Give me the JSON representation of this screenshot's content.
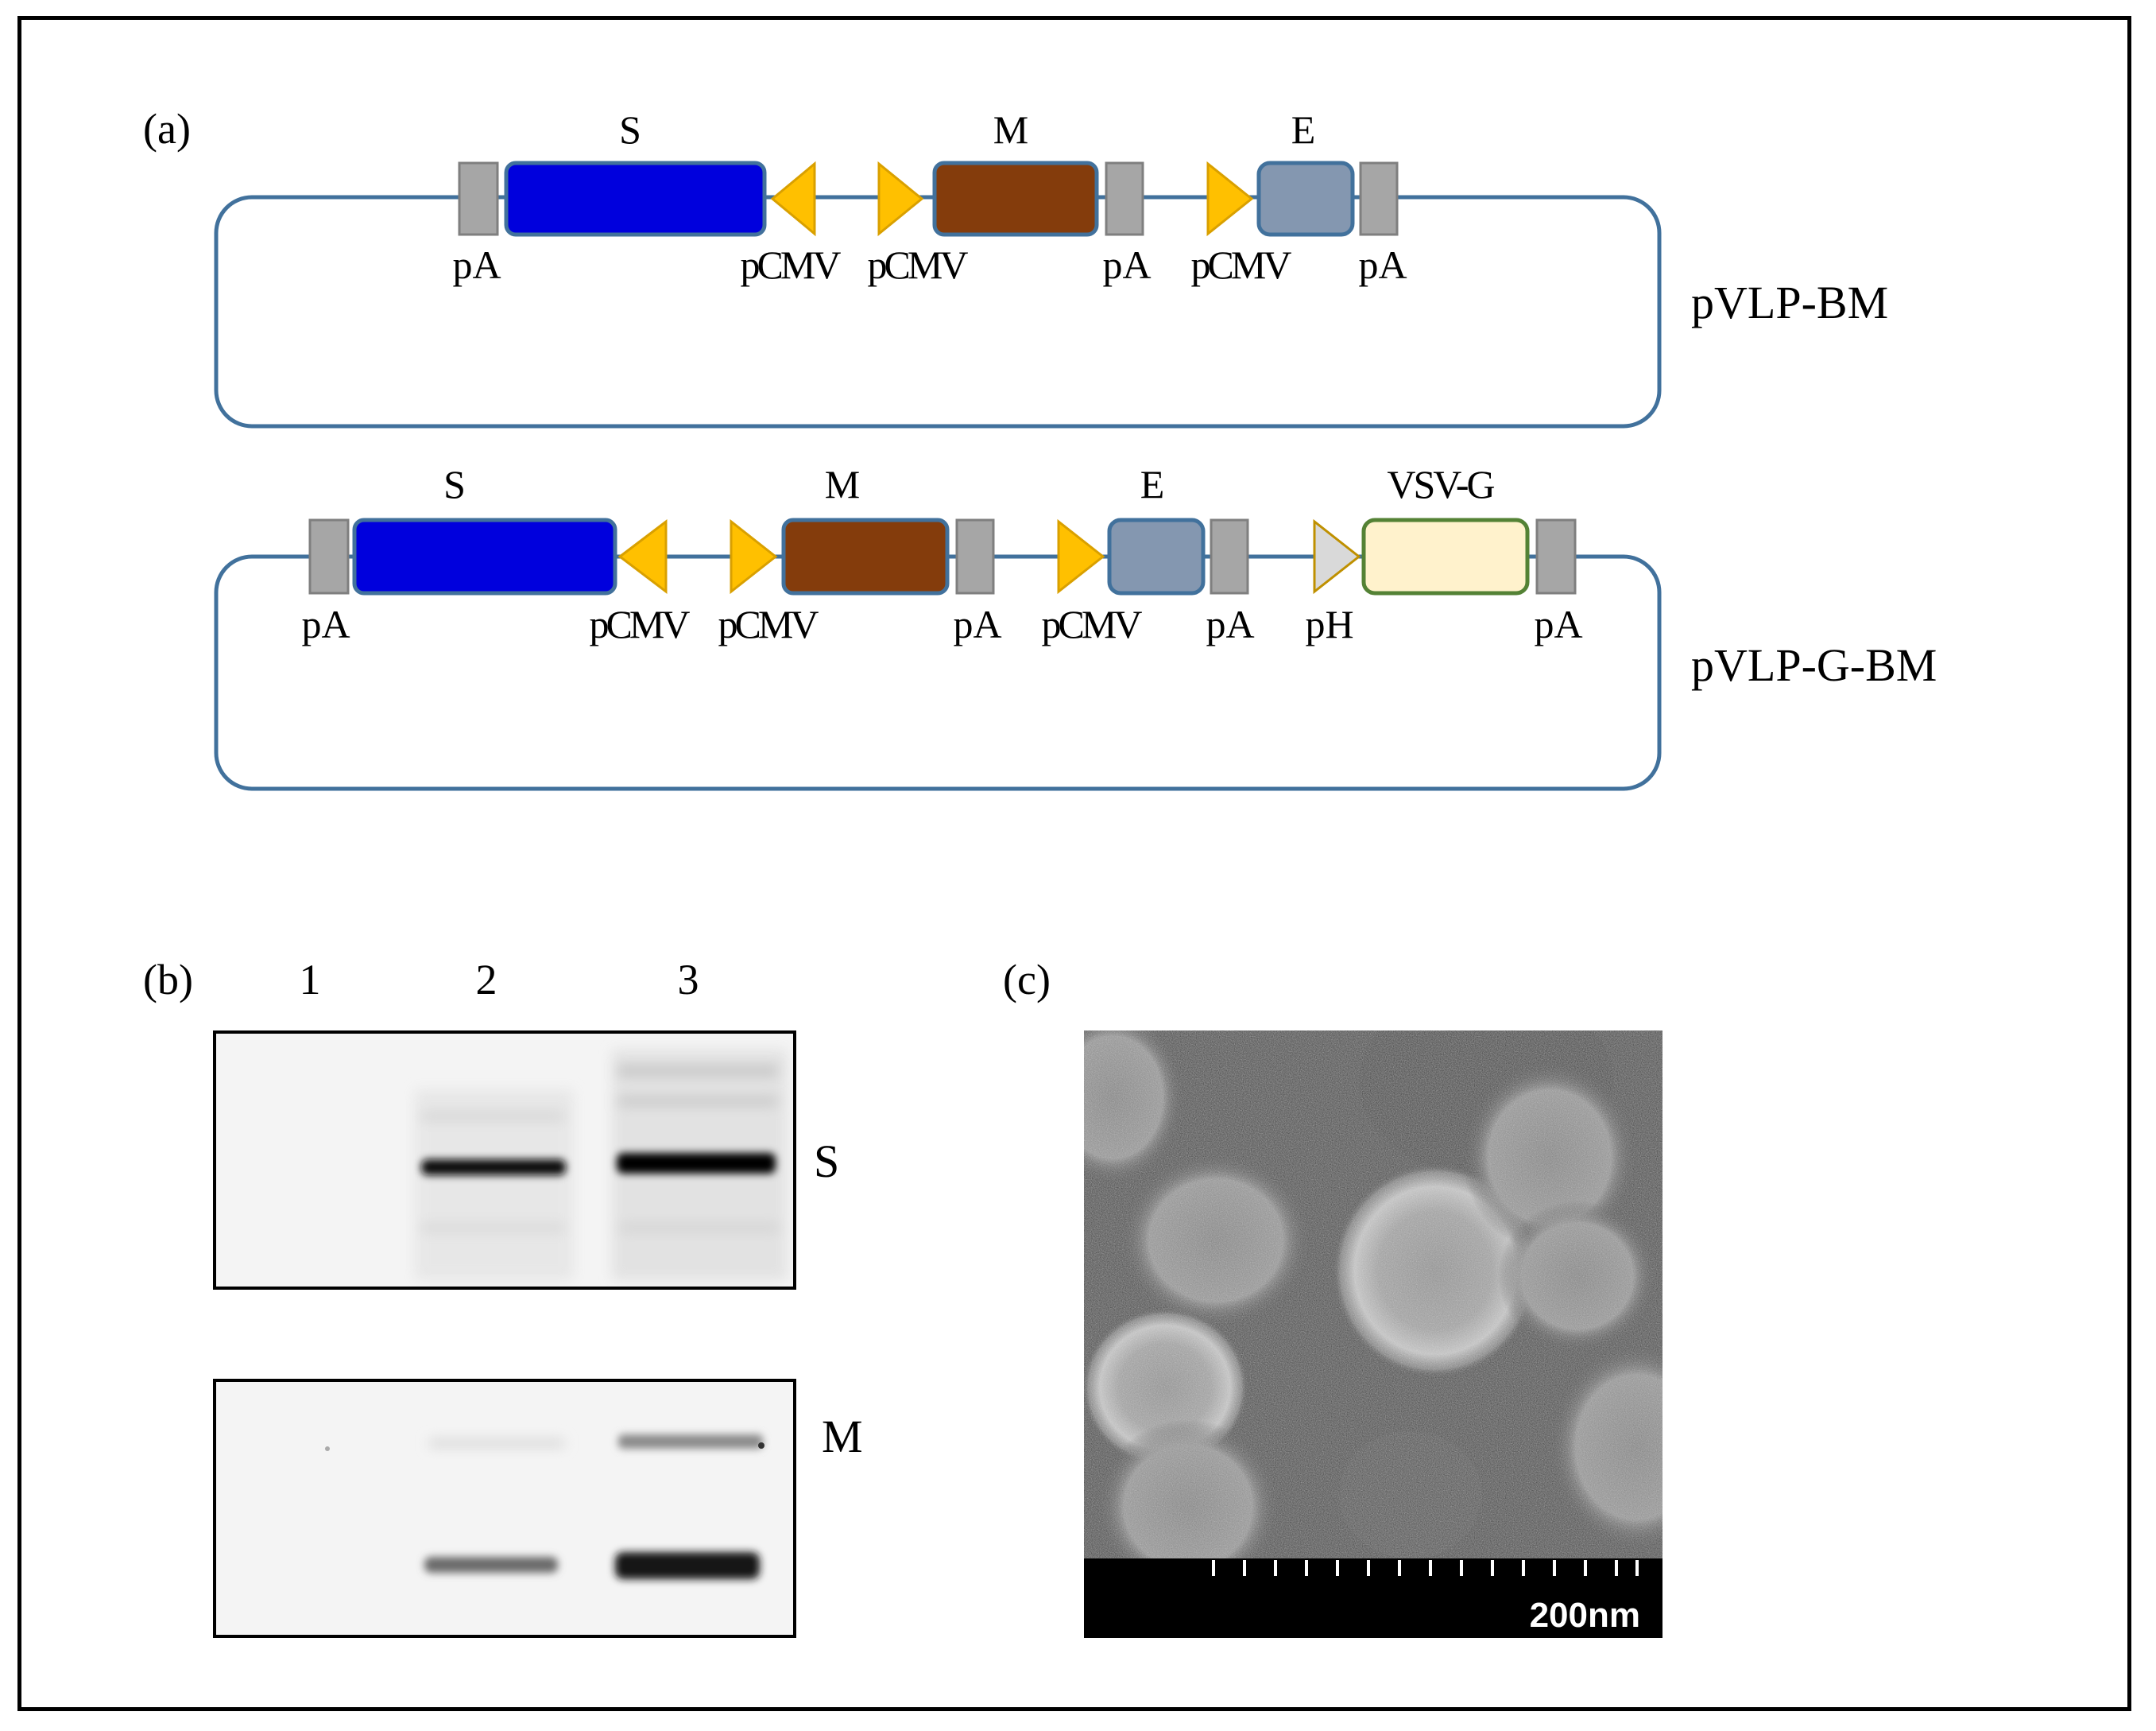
{
  "panels": {
    "a": {
      "label": "(a)",
      "constructs": [
        {
          "name": "pVLP-BM",
          "gene_labels": [
            "S",
            "M",
            "E"
          ],
          "element_labels": [
            "pA",
            "pCMV",
            "pCMV",
            "pA",
            "pCMV",
            "pA"
          ]
        },
        {
          "name": "pVLP-G-BM",
          "gene_labels": [
            "S",
            "M",
            "E",
            "VSV-G"
          ],
          "element_labels": [
            "pA",
            "pCMV",
            "pCMV",
            "pA",
            "pCMV",
            "pA",
            "pH",
            "pA"
          ]
        }
      ]
    },
    "b": {
      "label": "(b)",
      "lanes": [
        "1",
        "2",
        "3"
      ],
      "blots": [
        {
          "protein": "S"
        },
        {
          "protein": "M"
        }
      ]
    },
    "c": {
      "label": "(c)",
      "scale_bar": "200nm"
    }
  },
  "colors": {
    "S_gene": "#0000DD",
    "M_gene": "#843C0C",
    "E_gene": "#8497B0",
    "VSVG_gene": "#FFF2CC",
    "pCMV": "#FFC000",
    "pH": "#D9D9D9",
    "pA": "#A6A6A6",
    "backbone": "#41719C"
  }
}
